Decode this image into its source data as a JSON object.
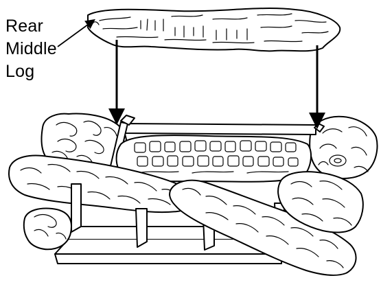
{
  "callout": {
    "line1": "Rear",
    "line2": "Middle",
    "line3": "Log"
  },
  "colors": {
    "stroke": "#000000",
    "fill": "#ffffff"
  },
  "icons": {
    "arrow": "down-arrow"
  }
}
